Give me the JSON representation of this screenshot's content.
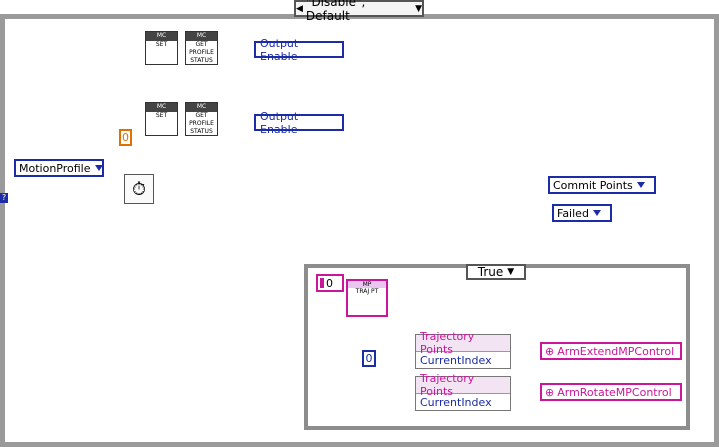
{
  "case_selector": {
    "label": "\"Disable\", Default"
  },
  "inner_case": {
    "label": "True"
  },
  "mc_blocks": [
    {
      "header": "MC",
      "label": "SET"
    },
    {
      "header": "MC",
      "label": "GET PROFILE STATUS"
    },
    {
      "header": "MC",
      "label": "SET"
    },
    {
      "header": "MC",
      "label": "GET PROFILE STATUS"
    }
  ],
  "output_enable": [
    "Output Enable",
    "Output Enable"
  ],
  "motion_profile": {
    "label": "MotionProfile"
  },
  "constant_0_orange": "0",
  "commit_points": {
    "label": "Commit Points"
  },
  "failed": {
    "label": "Failed"
  },
  "numeric_0a": "0",
  "numeric_0b": "0",
  "traj_block": {
    "header": "MP",
    "label": "TRAJ PT"
  },
  "props": [
    {
      "field1": "Trajectory Points",
      "field2": "CurrentIndex"
    },
    {
      "field1": "Trajectory Points",
      "field2": "CurrentIndex"
    }
  ],
  "refs": [
    "ArmExtendMPControl",
    "ArmRotateMPControl"
  ],
  "icons": [
    "stopwatch-icon",
    "feedback-node-icon",
    "compare-icon",
    "or-gate-icon"
  ],
  "colors": {
    "blue": "#1b2ca6",
    "pink": "#c8179b",
    "orange": "#e07000",
    "olive": "#6b6b1a",
    "green": "#2a7a2a",
    "frame": "#9a9a9a"
  }
}
